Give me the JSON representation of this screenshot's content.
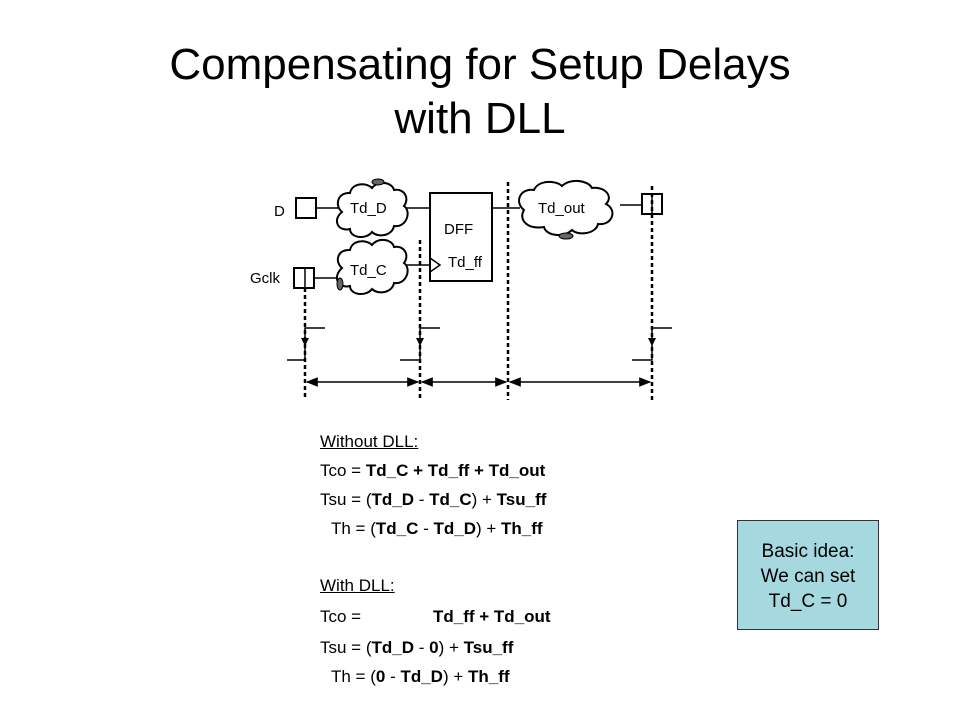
{
  "slide": {
    "title_line1": "Compensating for Setup Delays",
    "title_line2": "with DLL"
  },
  "circuit": {
    "input_d": "D",
    "input_gclk": "Gclk",
    "cloud_td_d": "Td_D",
    "cloud_td_c": "Td_C",
    "cloud_td_out": "Td_out",
    "ff_label": "DFF",
    "ff_delay": "Td_ff"
  },
  "without_dll": {
    "heading": "Without DLL:",
    "tco_prefix": "Tco = ",
    "tco_expr": "Td_C + Td_ff + Td_out",
    "tsu_prefix": "Tsu = (",
    "tsu_a": "Td_D",
    "tsu_minus": " - ",
    "tsu_b": "Td_C",
    "tsu_suffix": ") + ",
    "tsu_c": "Tsu_ff",
    "th_prefix": "Th = (",
    "th_a": "Td_C",
    "th_minus": " - ",
    "th_b": "Td_D",
    "th_suffix": ") + ",
    "th_c": "Th_ff"
  },
  "with_dll": {
    "heading": "With DLL:",
    "tco_prefix": "Tco = ",
    "tco_expr": "Td_ff + Td_out",
    "tsu_prefix": "Tsu = (",
    "tsu_a": "Td_D",
    "tsu_minus": " - ",
    "tsu_b": "0",
    "tsu_suffix": ") + ",
    "tsu_c": "Tsu_ff",
    "th_prefix": "Th = (",
    "th_a": "0",
    "th_minus": " - ",
    "th_b": "Td_D",
    "th_suffix": ") + ",
    "th_c": "Th_ff"
  },
  "note": {
    "line1": "Basic idea:",
    "line2": "We can set",
    "line3": "Td_C = 0"
  }
}
